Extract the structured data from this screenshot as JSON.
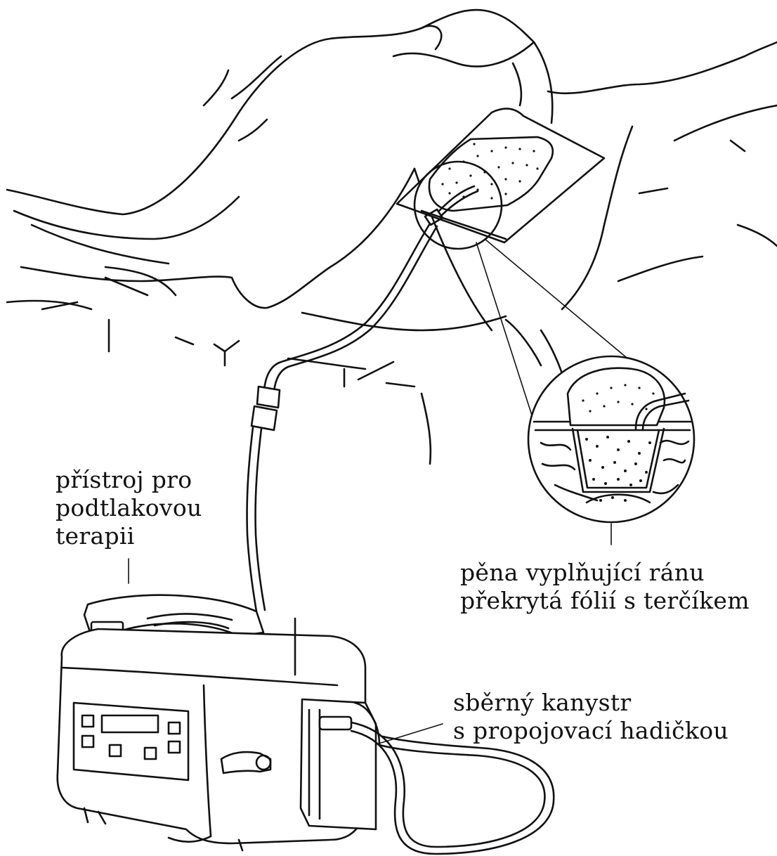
{
  "labels": {
    "device": {
      "line1": "přístroj pro",
      "line2": "podtlakovou",
      "line3": "terapii"
    },
    "foam": {
      "line1": "pěna vyplňující ránu",
      "line2": "překrytá fólií s terčíkem"
    },
    "canister": {
      "line1": "sběrný kanystr",
      "line2": "s propojovací hadičkou"
    }
  },
  "colors": {
    "ink": "#111111",
    "background": "#ffffff"
  }
}
